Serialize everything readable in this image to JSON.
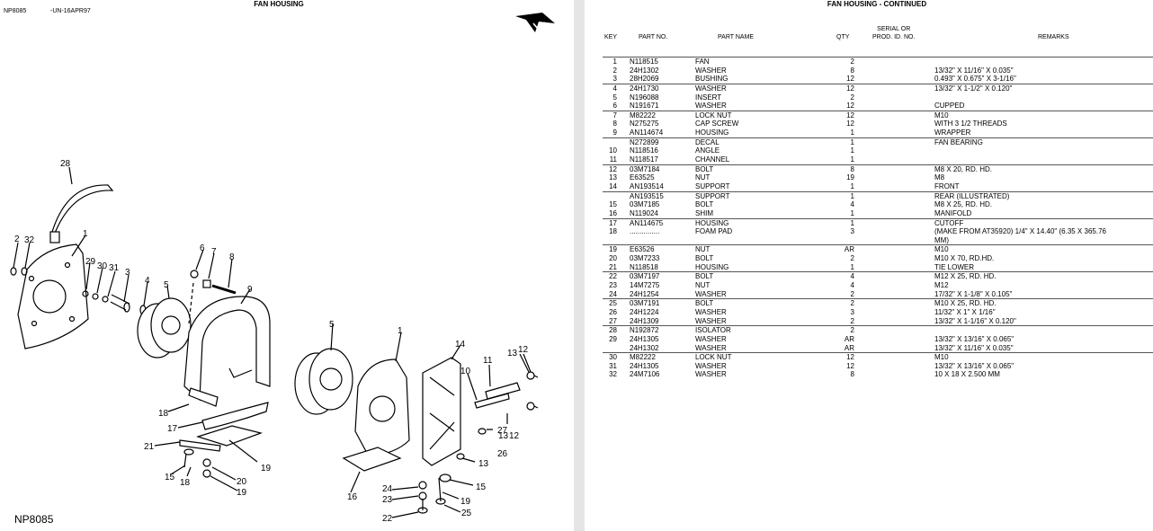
{
  "left_page": {
    "title": "FAN HOUSING",
    "figure_id": "NP8085",
    "figure_date": "-UN-16APR97",
    "footer_id": "NP8085",
    "callouts": [
      "1",
      "1",
      "2",
      "3",
      "4",
      "5",
      "5",
      "6",
      "7",
      "8",
      "9",
      "10",
      "11",
      "12",
      "12",
      "13",
      "13",
      "13",
      "14",
      "15",
      "15",
      "16",
      "17",
      "18",
      "18",
      "19",
      "19",
      "20",
      "21",
      "22",
      "23",
      "24",
      "25",
      "26",
      "27",
      "28",
      "29",
      "30",
      "31",
      "32"
    ]
  },
  "right_page": {
    "title": "FAN HOUSING - CONTINUED",
    "headers": {
      "key": "KEY",
      "part_no": "PART NO.",
      "part_name": "PART NAME",
      "qty": "QTY",
      "serial_line1": "SERIAL OR",
      "serial_line2": "PROD. ID. NO.",
      "remarks": "REMARKS"
    },
    "rows": [
      {
        "key": "1",
        "part": "N118515",
        "name": "FAN",
        "qty": "2",
        "remarks": "",
        "sep": true
      },
      {
        "key": "2",
        "part": "24H1302",
        "name": "WASHER",
        "qty": "8",
        "remarks": "13/32\" X 11/16\" X 0.035\""
      },
      {
        "key": "3",
        "part": "28H2069",
        "name": "BUSHING",
        "qty": "12",
        "remarks": "0.493\" X 0.675\" X 3-1/16\""
      },
      {
        "key": "4",
        "part": "24H1730",
        "name": "WASHER",
        "qty": "12",
        "remarks": "13/32\" X 1-1/2\" X 0.120\"",
        "sep": true
      },
      {
        "key": "5",
        "part": "N196088",
        "name": "INSERT",
        "qty": "2",
        "remarks": ""
      },
      {
        "key": "6",
        "part": "N191671",
        "name": "WASHER",
        "qty": "12",
        "remarks": "CUPPED"
      },
      {
        "key": "7",
        "part": "M82222",
        "name": "LOCK NUT",
        "qty": "12",
        "remarks": "M10",
        "sep": true
      },
      {
        "key": "8",
        "part": "N275275",
        "name": "CAP SCREW",
        "qty": "12",
        "remarks": "WITH 3 1/2 THREADS"
      },
      {
        "key": "9",
        "part": "AN114674",
        "name": "HOUSING",
        "qty": "1",
        "remarks": "WRAPPER"
      },
      {
        "key": "",
        "part": "N272899",
        "name": "DECAL",
        "qty": "1",
        "remarks": "FAN BEARING",
        "sep": true
      },
      {
        "key": "10",
        "part": "N118516",
        "name": "ANGLE",
        "qty": "1",
        "remarks": ""
      },
      {
        "key": "11",
        "part": "N118517",
        "name": "CHANNEL",
        "qty": "1",
        "remarks": ""
      },
      {
        "key": "12",
        "part": "03M7184",
        "name": "BOLT",
        "qty": "8",
        "remarks": "M8 X 20, RD. HD.",
        "sep": true
      },
      {
        "key": "13",
        "part": "E63525",
        "name": "NUT",
        "qty": "19",
        "remarks": "M8"
      },
      {
        "key": "14",
        "part": "AN193514",
        "name": "SUPPORT",
        "qty": "1",
        "remarks": "FRONT"
      },
      {
        "key": "",
        "part": "AN193515",
        "name": "SUPPORT",
        "qty": "1",
        "remarks": "REAR (ILLUSTRATED)",
        "sep": true
      },
      {
        "key": "15",
        "part": "03M7185",
        "name": "BOLT",
        "qty": "4",
        "remarks": "M8 X 25, RD. HD."
      },
      {
        "key": "16",
        "part": "N119024",
        "name": "SHIM",
        "qty": "1",
        "remarks": "MANIFOLD"
      },
      {
        "key": "17",
        "part": "AN114675",
        "name": "HOUSING",
        "qty": "1",
        "remarks": "CUTOFF",
        "sep": true
      },
      {
        "key": "18",
        "part": "...............",
        "name": "FOAM PAD",
        "qty": "3",
        "remarks": "(MAKE FROM AT35920) 1/4\" X 14.40\" (6.35 X 365.76 MM)",
        "tall": true
      },
      {
        "key": "19",
        "part": "E63526",
        "name": "NUT",
        "qty": "AR",
        "remarks": "M10",
        "sep": true
      },
      {
        "key": "20",
        "part": "03M7233",
        "name": "BOLT",
        "qty": "2",
        "remarks": "M10 X 70, RD.HD."
      },
      {
        "key": "21",
        "part": "N118518",
        "name": "HOUSING",
        "qty": "1",
        "remarks": "TIE LOWER"
      },
      {
        "key": "22",
        "part": "03M7197",
        "name": "BOLT",
        "qty": "4",
        "remarks": "M12 X 25, RD. HD.",
        "sep": true
      },
      {
        "key": "23",
        "part": "14M7275",
        "name": "NUT",
        "qty": "4",
        "remarks": "M12"
      },
      {
        "key": "24",
        "part": "24H1254",
        "name": "WASHER",
        "qty": "2",
        "remarks": "17/32\" X 1-1/8\" X 0.105\""
      },
      {
        "key": "25",
        "part": "03M7191",
        "name": "BOLT",
        "qty": "2",
        "remarks": "M10 X 25, RD. HD.",
        "sep": true
      },
      {
        "key": "26",
        "part": "24H1224",
        "name": "WASHER",
        "qty": "3",
        "remarks": "11/32\" X 1\" X 1/16\""
      },
      {
        "key": "27",
        "part": "24H1309",
        "name": "WASHER",
        "qty": "2",
        "remarks": "13/32\" X 1-1/16\" X 0.120\""
      },
      {
        "key": "28",
        "part": "N192872",
        "name": "ISOLATOR",
        "qty": "2",
        "remarks": "",
        "sep": true
      },
      {
        "key": "29",
        "part": "24H1305",
        "name": "WASHER",
        "qty": "AR",
        "remarks": "13/32\" X 13/16\" X 0.065\""
      },
      {
        "key": "",
        "part": "24H1302",
        "name": "WASHER",
        "qty": "AR",
        "remarks": "13/32\" X 11/16\" X 0.035\""
      },
      {
        "key": "30",
        "part": "M82222",
        "name": "LOCK NUT",
        "qty": "12",
        "remarks": "M10",
        "sep": true
      },
      {
        "key": "31",
        "part": "24H1305",
        "name": "WASHER",
        "qty": "12",
        "remarks": "13/32\" X 13/16\" X 0.065\""
      },
      {
        "key": "32",
        "part": "24M7106",
        "name": "WASHER",
        "qty": "8",
        "remarks": "10 X 18 X 2.500 MM"
      }
    ]
  }
}
